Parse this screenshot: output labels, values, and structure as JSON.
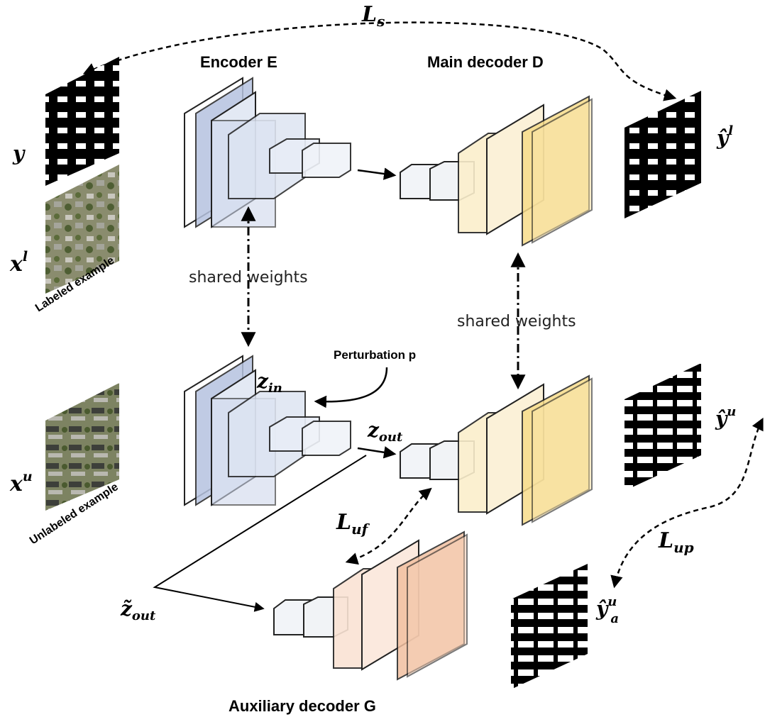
{
  "titles": {
    "encoder": "Encoder E",
    "main_decoder": "Main decoder D",
    "aux_decoder": "Auxiliary decoder G",
    "perturbation": "Perturbation p",
    "shared_left": "shared weights",
    "shared_right": "shared weights",
    "labeled": "Labeled example",
    "unlabeled": "Unlabeled example"
  },
  "symbols": {
    "ls": "L",
    "ls_sub": "s",
    "luf": "L",
    "luf_sub": "uf",
    "lup": "L",
    "lup_sub": "up",
    "y": "y",
    "xl": "x",
    "xl_sup": "l",
    "xu": "x",
    "xu_sup": "u",
    "yhat_l": "ŷ",
    "yhat_l_sup": "l",
    "yhat_u": "ŷ",
    "yhat_u_sup": "u",
    "yhat_au": "ŷ",
    "yhat_au_sup": "u",
    "yhat_au_sub": "a",
    "zin": "z",
    "zin_sub": "in",
    "zout": "z",
    "zout_sub": "out",
    "ztilde": "z̃",
    "ztilde_sub": "out"
  },
  "colors": {
    "encoder": "#b6c3e0",
    "encoder_light": "#e3e9f4",
    "main_decoder": "#f7dc8a",
    "main_decoder_light": "#fbefcc",
    "aux_decoder": "#f2c0a0",
    "aux_decoder_light": "#fae3d4"
  }
}
